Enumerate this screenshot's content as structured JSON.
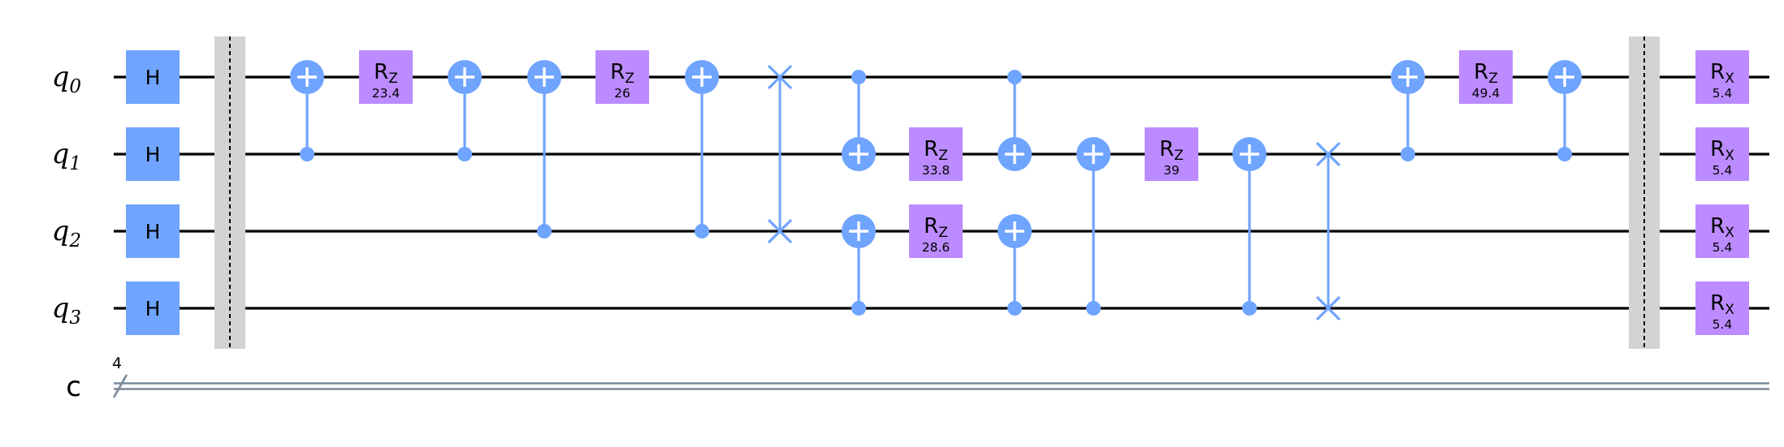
{
  "qubits": [
    {
      "letter": "q",
      "index": "0"
    },
    {
      "letter": "q",
      "index": "1"
    },
    {
      "letter": "q",
      "index": "2"
    },
    {
      "letter": "q",
      "index": "3"
    }
  ],
  "classical": {
    "label": "c",
    "size": "4"
  },
  "colors": {
    "h_gate": "#6fa4ff",
    "rotation_gate": "#bb8bff",
    "two_qubit": "#6fa4ff",
    "barrier": "#d3d3d3",
    "classical_wire": "#778899"
  },
  "operations": [
    {
      "type": "h",
      "label": "H",
      "qubits": [
        0
      ]
    },
    {
      "type": "h",
      "label": "H",
      "qubits": [
        1
      ]
    },
    {
      "type": "h",
      "label": "H",
      "qubits": [
        2
      ]
    },
    {
      "type": "h",
      "label": "H",
      "qubits": [
        3
      ]
    },
    {
      "type": "barrier",
      "qubits": [
        0,
        1,
        2,
        3
      ]
    },
    {
      "type": "cx",
      "control": 1,
      "target": 0
    },
    {
      "type": "rz",
      "letter": "R",
      "sub": "Z",
      "param": "23.4",
      "qubit": 0
    },
    {
      "type": "cx",
      "control": 1,
      "target": 0
    },
    {
      "type": "cx",
      "control": 2,
      "target": 0
    },
    {
      "type": "rz",
      "letter": "R",
      "sub": "Z",
      "param": "26",
      "qubit": 0
    },
    {
      "type": "cx",
      "control": 2,
      "target": 0
    },
    {
      "type": "swap",
      "qubits": [
        0,
        2
      ]
    },
    {
      "type": "cx",
      "control": 0,
      "target": 1
    },
    {
      "type": "cx",
      "control": 3,
      "target": 2
    },
    {
      "type": "rz",
      "letter": "R",
      "sub": "Z",
      "param": "33.8",
      "qubit": 1
    },
    {
      "type": "rz",
      "letter": "R",
      "sub": "Z",
      "param": "28.6",
      "qubit": 2
    },
    {
      "type": "cx",
      "control": 0,
      "target": 1
    },
    {
      "type": "cx",
      "control": 3,
      "target": 2
    },
    {
      "type": "cx",
      "control": 3,
      "target": 1
    },
    {
      "type": "rz",
      "letter": "R",
      "sub": "Z",
      "param": "39",
      "qubit": 1
    },
    {
      "type": "cx",
      "control": 3,
      "target": 1
    },
    {
      "type": "swap",
      "qubits": [
        1,
        3
      ]
    },
    {
      "type": "cx",
      "control": 1,
      "target": 0
    },
    {
      "type": "rz",
      "letter": "R",
      "sub": "Z",
      "param": "49.4",
      "qubit": 0
    },
    {
      "type": "cx",
      "control": 1,
      "target": 0
    },
    {
      "type": "barrier",
      "qubits": [
        0,
        1,
        2,
        3
      ]
    },
    {
      "type": "rx",
      "letter": "R",
      "sub": "X",
      "param": "5.4",
      "qubit": 0
    },
    {
      "type": "rx",
      "letter": "R",
      "sub": "X",
      "param": "5.4",
      "qubit": 1
    },
    {
      "type": "rx",
      "letter": "R",
      "sub": "X",
      "param": "5.4",
      "qubit": 2
    },
    {
      "type": "rx",
      "letter": "R",
      "sub": "X",
      "param": "5.4",
      "qubit": 3
    }
  ]
}
